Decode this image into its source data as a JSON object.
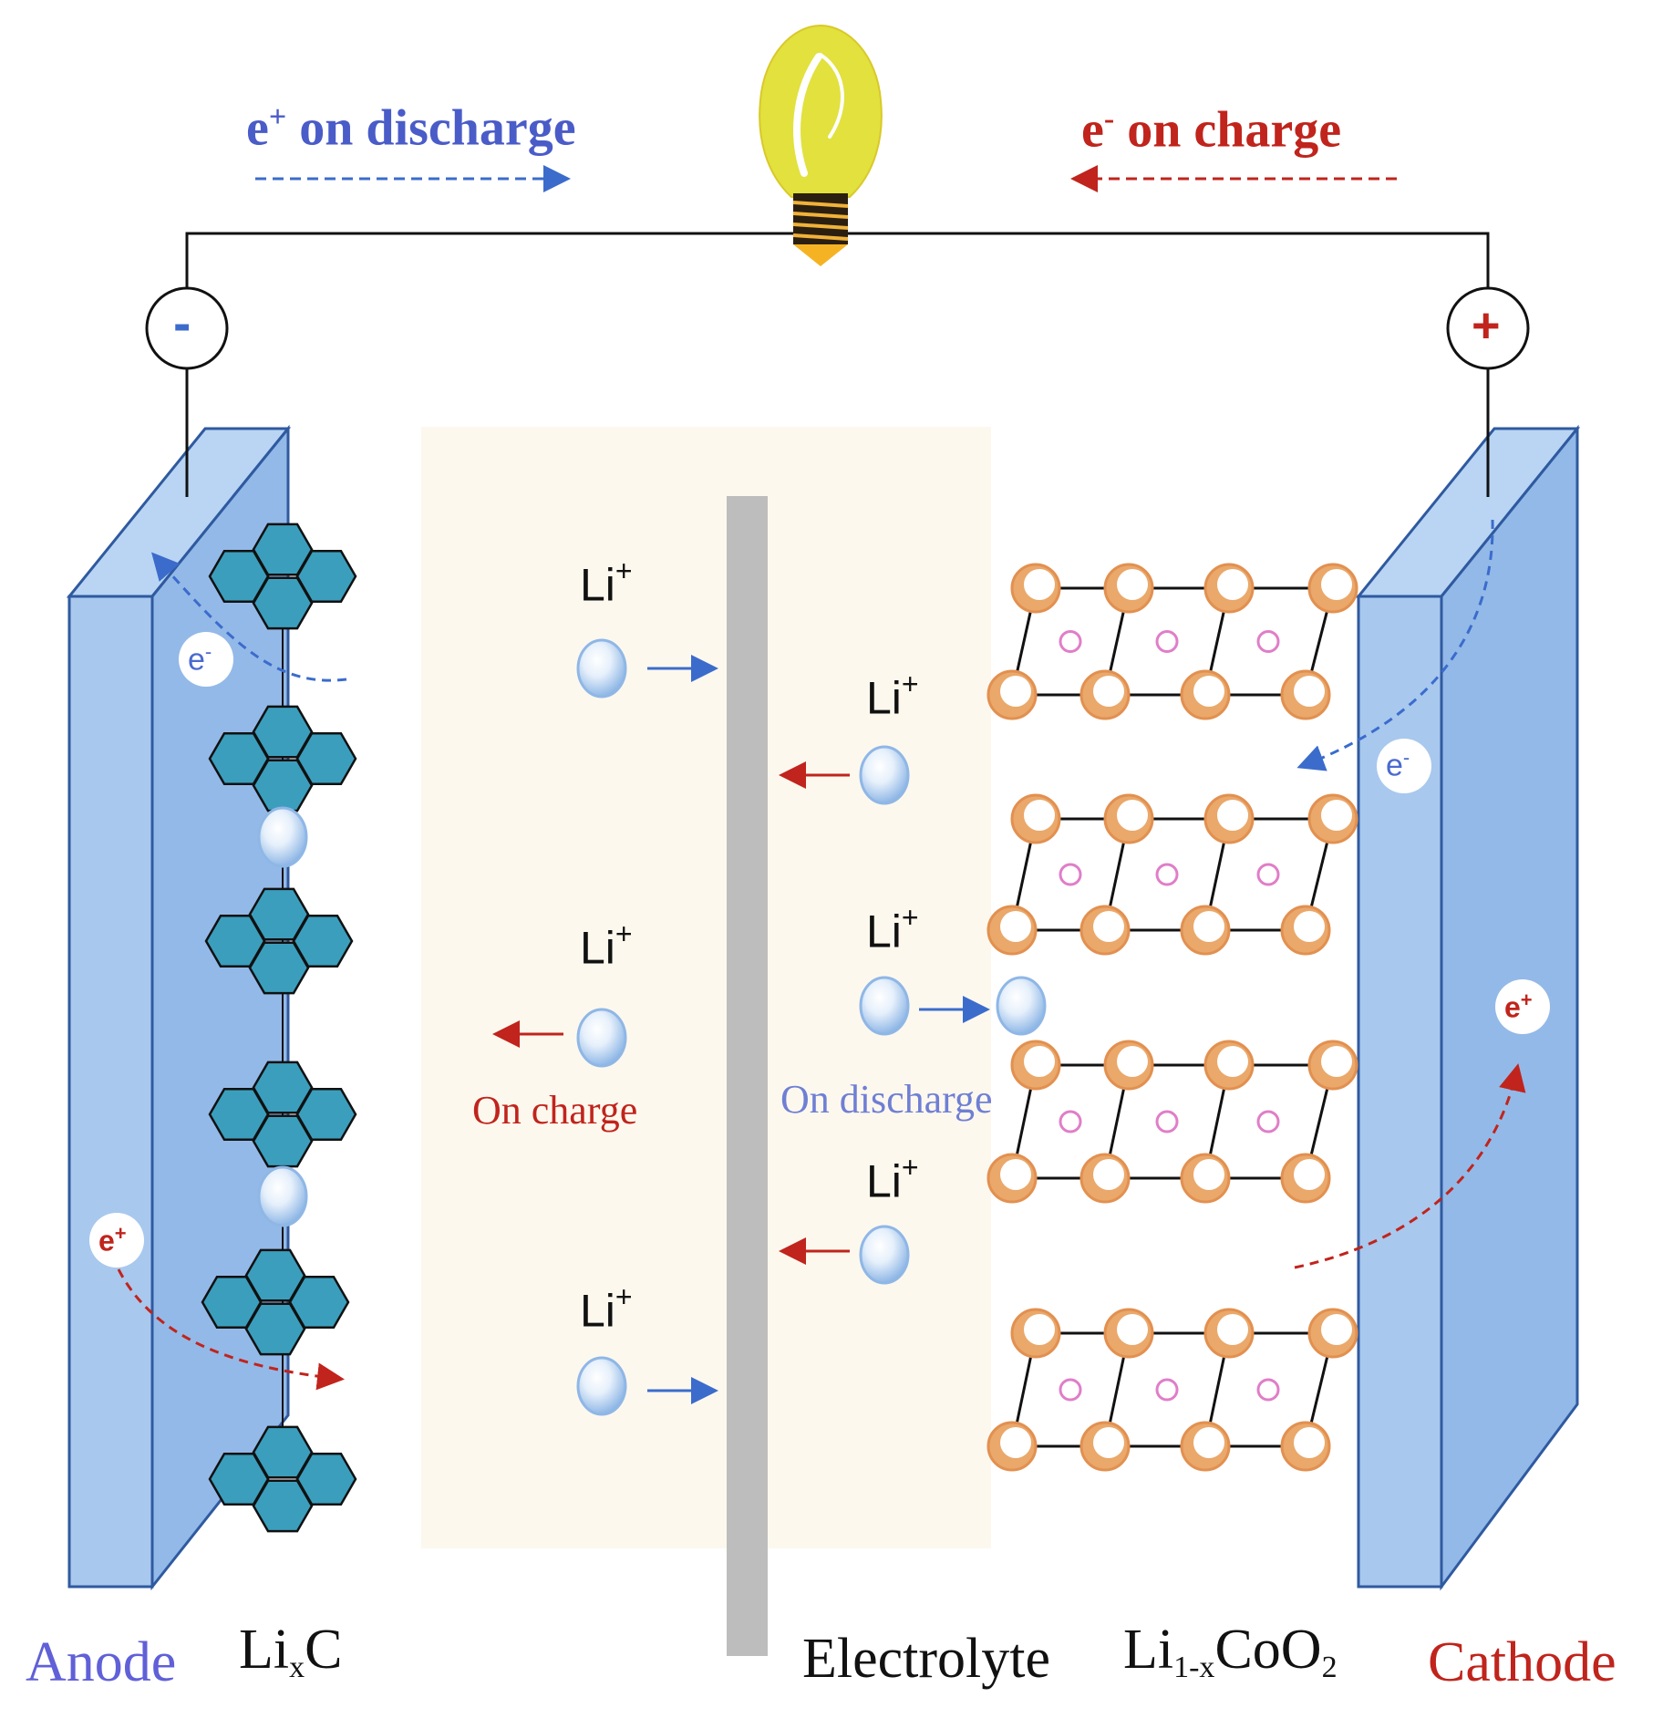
{
  "labels": {
    "discharge_flow": {
      "pre": "e",
      "sup": "+",
      "post": " on discharge"
    },
    "charge_flow": {
      "pre": "e",
      "sup": "-",
      "post": " on charge"
    },
    "anode": "Anode",
    "cathode": "Cathode",
    "anode_material": {
      "pre": "Li",
      "sub": "x",
      "post": "C"
    },
    "cathode_material": {
      "pre": "Li",
      "sub": "1-x",
      "post": "CoO",
      "sub2": "2"
    },
    "electrolyte": "Electrolyte",
    "on_charge": "On charge",
    "on_discharge": "On discharge",
    "ion": {
      "base": "Li",
      "sup": "+"
    },
    "minus_terminal": "-",
    "plus_terminal": "+",
    "electron": {
      "base": "e",
      "sup": "-"
    },
    "positron": {
      "base": "e",
      "sup": "+"
    }
  },
  "colors": {
    "electrode": "#a8c8ee",
    "electrode_edge": "#2f5aa0",
    "graphite": "#3b9ebd",
    "cobalt_ring": "#eaa86a",
    "electrolyte_bg": "#fdf8ee",
    "separator": "#bdbdbd",
    "bulb": "#e2e13e",
    "discharge": "#3b6ccc",
    "charge": "#c0241c"
  }
}
